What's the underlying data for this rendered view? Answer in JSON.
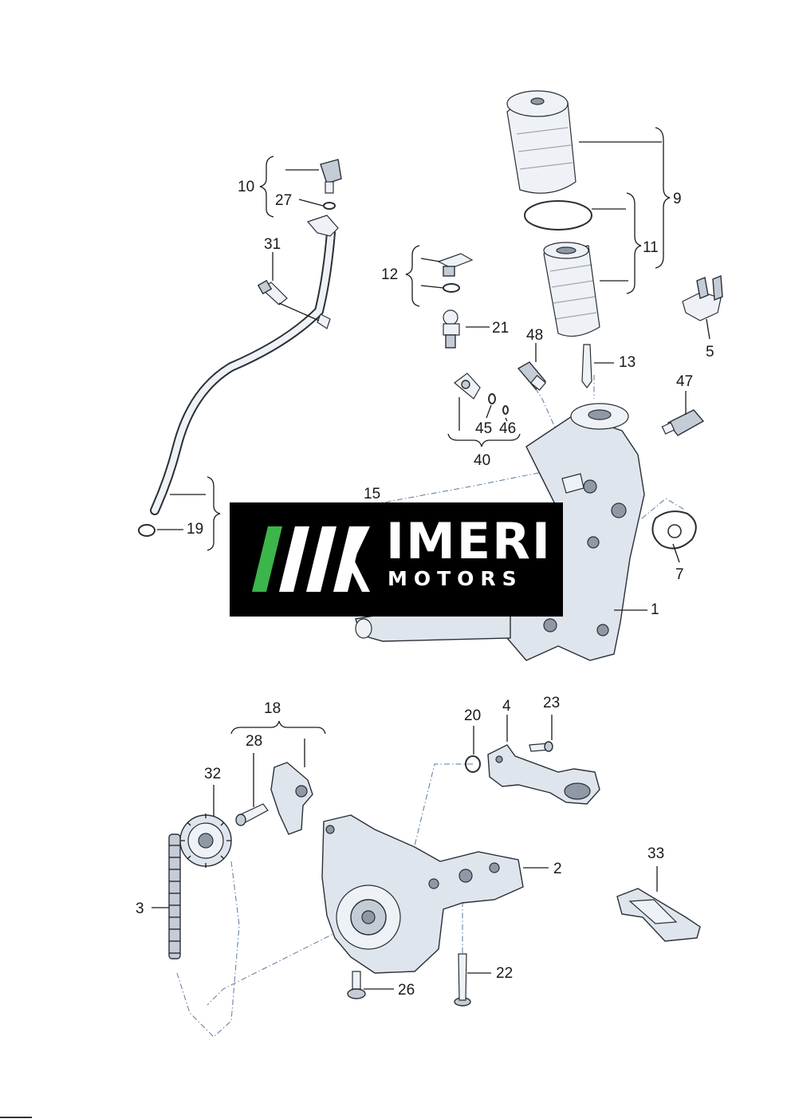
{
  "callouts": {
    "c1": "1",
    "c2": "2",
    "c3": "3",
    "c4": "4",
    "c5": "5",
    "c7": "7",
    "c9": "9",
    "c10": "10",
    "c11": "11",
    "c12": "12",
    "c13": "13",
    "c15": "15",
    "c18": "18",
    "c19": "19",
    "c20": "20",
    "c21": "21",
    "c22": "22",
    "c23": "23",
    "c26": "26",
    "c27": "27",
    "c28": "28",
    "c31": "31",
    "c32": "32",
    "c33": "33",
    "c40": "40",
    "c45": "45",
    "c46": "46",
    "c47": "47",
    "c48": "48"
  },
  "watermark": {
    "name": "IMERI",
    "sub": "MOTORS",
    "colors": {
      "background": "#000000",
      "text": "#ffffff",
      "stripe_green": "#3cb54a",
      "stripe_white": "#ffffff"
    }
  }
}
